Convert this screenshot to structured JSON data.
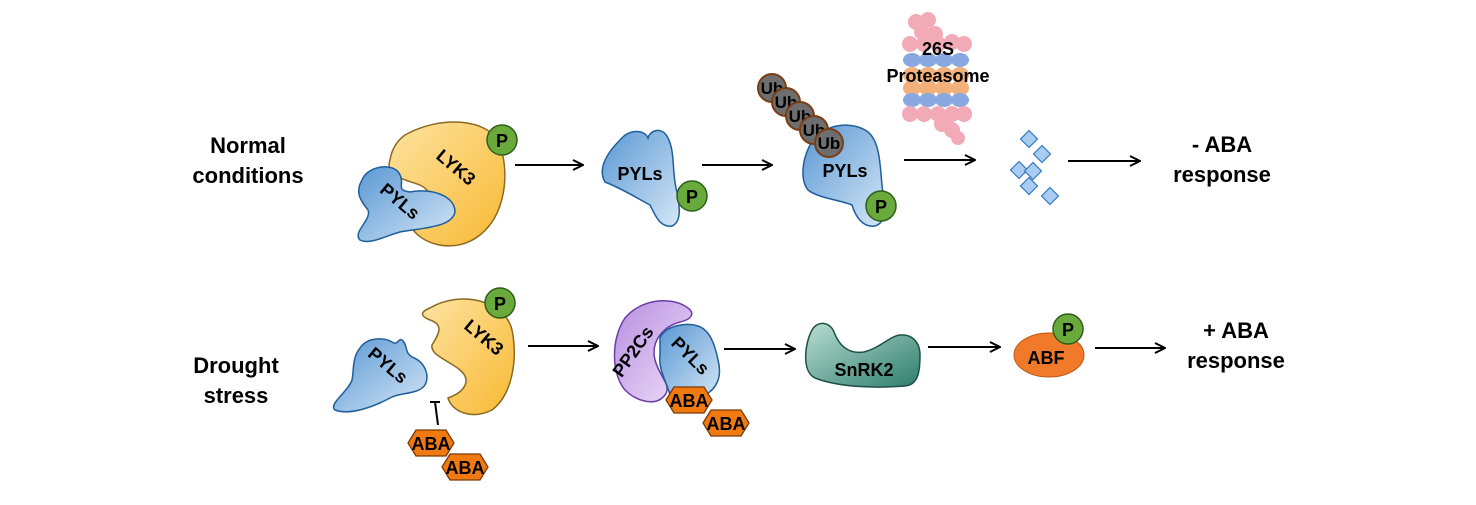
{
  "rows": {
    "normal": {
      "label_line1": "Normal",
      "label_line2": "conditions",
      "outcome_line1": "- ABA",
      "outcome_line2": "response"
    },
    "drought": {
      "label_line1": "Drought",
      "label_line2": "stress",
      "outcome_line1": "+ ABA",
      "outcome_line2": "response"
    }
  },
  "proteins": {
    "lyk3": "LYK3",
    "pyls": "PYLs",
    "pp2cs": "PP2Cs",
    "snrk2": "SnRK2",
    "abf": "ABF",
    "aba": "ABA",
    "ub": "Ub",
    "phospho": "P",
    "proteasome_line1": "26S",
    "proteasome_line2": "Proteasome"
  },
  "colors": {
    "lyk3_fill": "#fcc65a",
    "pyls_fill": "#7fb2e0",
    "phospho_fill": "#6aaa3c",
    "pp2cs_fill": "#c9a2e8",
    "snrk2_fill": "#4e9e8a",
    "abf_fill": "#f07a2a",
    "aba_fill": "#f07a10",
    "ub_fill": "#6e6e6e",
    "proteasome_pink": "#f2aab6",
    "proteasome_blue": "#8aa8e0",
    "proteasome_orange": "#f4b07a",
    "fragment_fill": "#a9cdf2"
  }
}
